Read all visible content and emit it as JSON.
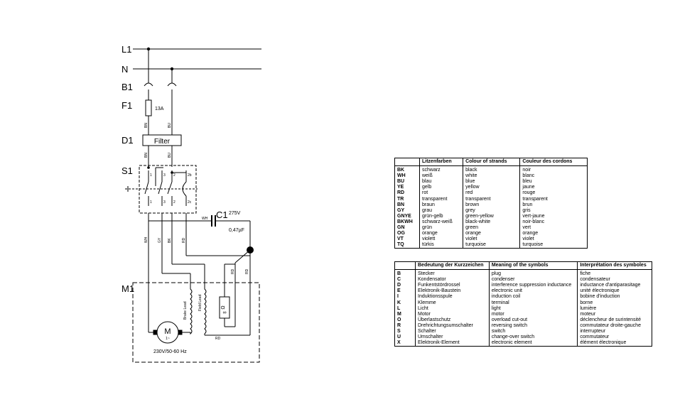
{
  "schematic": {
    "labels": {
      "L1": "L1",
      "N": "N",
      "B1": "B1",
      "F1": "F1",
      "D1": "D1",
      "S1": "S1",
      "C1": "C1",
      "M1": "M1"
    },
    "fuse_rating": "13A",
    "filter_label": "Filter",
    "capacitor_voltage": "275V",
    "capacitor_value": "0,47µF",
    "motor_rating": "230V/50-60 Hz",
    "motor_symbol": "M",
    "motor_phase": "1~",
    "resistor_symbol": "Ω",
    "resistor_sub": "∞",
    "coil_labels": [
      "Brake Lead",
      "Field Lead"
    ],
    "wire_codes": {
      "bn_top": "BN",
      "bu_top": "BU",
      "bn_mid": "BN",
      "bu_mid": "BU",
      "wh_cap": "WH",
      "wh": "WH",
      "gy": "GY",
      "bk": "BK",
      "rd1": "RD",
      "rd2": "RD",
      "rd3": "RD",
      "rd_bottom": "RD"
    },
    "switch_pins": [
      "1",
      "3",
      "2",
      "2b",
      "1",
      "3",
      "2",
      "2c"
    ]
  },
  "colour_table": {
    "headers": [
      "",
      "Litzenfarben",
      "Colour of strands",
      "Couleur des cordons"
    ],
    "rows": [
      [
        "BK",
        "schwarz",
        "black",
        "noir"
      ],
      [
        "WH",
        "weiß",
        "white",
        "blanc"
      ],
      [
        "BU",
        "blau",
        "blue",
        "bleu"
      ],
      [
        "YE",
        "gelb",
        "yellow",
        "jaune"
      ],
      [
        "RD",
        "rot",
        "red",
        "rouge"
      ],
      [
        "TR",
        "transparent",
        "transparent",
        "transparent"
      ],
      [
        "BN",
        "braun",
        "brown",
        "brun"
      ],
      [
        "GY",
        "grau",
        "grey",
        "gris"
      ],
      [
        "GNYE",
        "grün-gelb",
        "green-yellow",
        "vert-jaune"
      ],
      [
        "BKWH",
        "schwarz-weiß",
        "black-white",
        "noir-blanc"
      ],
      [
        "GN",
        "grün",
        "green",
        "vert"
      ],
      [
        "OG",
        "orange",
        "orange",
        "orange"
      ],
      [
        "VT",
        "violett",
        "violet",
        "violet"
      ],
      [
        "TQ",
        "türkis",
        "turquoise",
        "turquoise"
      ]
    ]
  },
  "symbol_table": {
    "headers": [
      "",
      "Bedeutung der Kurzzeichen",
      "Meaning of the symbols",
      "Interprétation des symboles"
    ],
    "rows": [
      [
        "B",
        "Stecker",
        "plug",
        "fiche"
      ],
      [
        "C",
        "Kondensator",
        "condenser",
        "condensateur"
      ],
      [
        "D",
        "Funkentstördrossel",
        "interference suppression inductance",
        "inductance d'antiparasitage"
      ],
      [
        "E",
        "Elektronik-Baustein",
        "electronic unit",
        "unité électronique"
      ],
      [
        "I",
        "Induktionsspule",
        "induction coil",
        "bobine d'induction"
      ],
      [
        "K",
        "Klemme",
        "terminal",
        "borne"
      ],
      [
        "L",
        "Licht",
        "light",
        "lumière"
      ],
      [
        "M",
        "Motor",
        "motor",
        "moteur"
      ],
      [
        "O",
        "Überlastschutz",
        "overload cut-out",
        "déclencheur de surintensité"
      ],
      [
        "R",
        "Drehrichtungsumschalter",
        "reversing switch",
        "commutateur droite-gauche"
      ],
      [
        "S",
        "Schalter",
        "switch",
        "interrupteur"
      ],
      [
        "U",
        "Umschalter",
        "change-over switch",
        "commutateur"
      ],
      [
        "X",
        "Elektronik-Element",
        "electronic element",
        "élément électronique"
      ]
    ]
  }
}
